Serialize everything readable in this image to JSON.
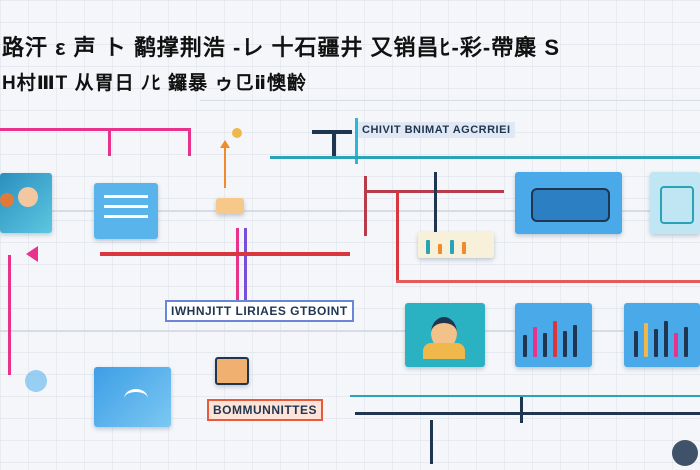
{
  "header": {
    "line1": "路汗 ε 声 ト 鹬撑荆浩 -レ 十石疆井 又销昌ﾋ-彩-帶麋 S",
    "line2": "H村ⅢT  从胃日 ﾉﾋ  鑼暴 ゥ㔾ⅱ懊齡"
  },
  "labels": {
    "top_right": "CHIVIT BNIMAT AGCRRIEI",
    "middle": "IWHNJITT LIRIAES GTBOINT",
    "bottom": "BOMMUNNITTES"
  },
  "colors": {
    "pink": "#e8328c",
    "red": "#d9363e",
    "cyan": "#29b9d8",
    "teal": "#2aa3b8",
    "navy": "#1f3550",
    "blue_tile": "#5ab4ec",
    "orange": "#f08a2a"
  }
}
